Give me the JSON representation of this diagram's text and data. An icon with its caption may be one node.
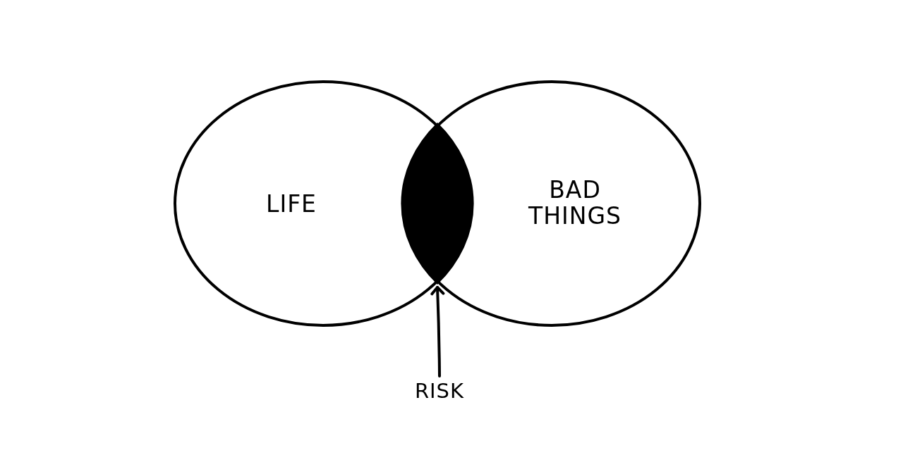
{
  "diagram": {
    "nodes": [
      {
        "text": [
          "LIFE"
        ]
      },
      {
        "text": [
          "BAD THINGS"
        ]
      },
      {
        "text": [],
        "shape": "lens"
      },
      {
        "text": [
          "RISK"
        ]
      }
    ],
    "edges": [
      {
        "from": 3,
        "to": 2,
        "arrow": "to"
      }
    ]
  }
}
